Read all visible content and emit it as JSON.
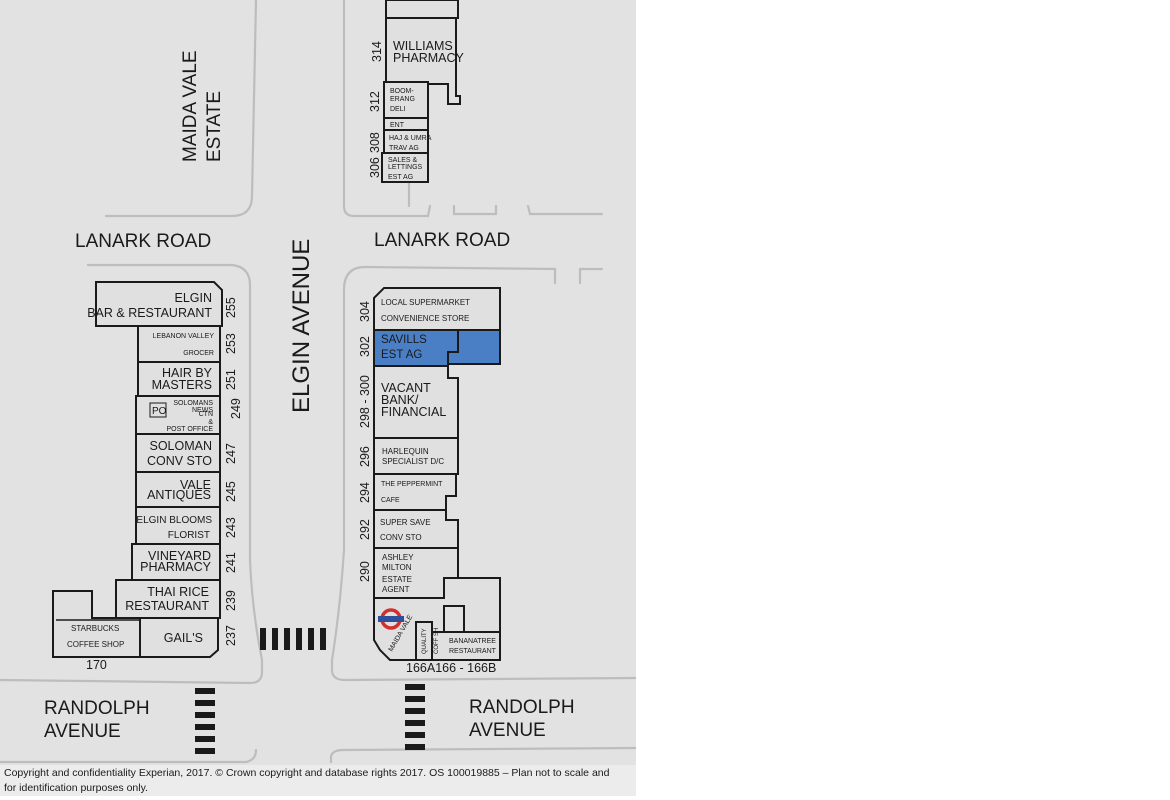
{
  "streets": {
    "lanark_road_west": "LANARK ROAD",
    "lanark_road_east": "LANARK ROAD",
    "elgin_avenue": "ELGIN AVENUE",
    "randolph_west_1": "RANDOLPH",
    "randolph_west_2": "AVENUE",
    "randolph_east_1": "RANDOLPH",
    "randolph_east_2": "AVENUE"
  },
  "estate": {
    "line1": "MAIDA VALE",
    "line2": "ESTATE"
  },
  "north_units": {
    "williams": {
      "num": "314",
      "l1": "WILLIAMS",
      "l2": "PHARMACY"
    },
    "boomerang": {
      "num": "312",
      "l1": "BOOM-",
      "l2": "ERANG",
      "l3": "DELI"
    },
    "ent": {
      "l1": "ENT"
    },
    "hajumra": {
      "num": "308",
      "l1": "HAJ & UMRA",
      "l2": "TRAV AG"
    },
    "sales": {
      "num": "306",
      "l1": "SALES &",
      "l2": "LETTINGS",
      "l3": "EST AG"
    }
  },
  "west_units": {
    "u255": {
      "num": "255",
      "l1": "ELGIN",
      "l2": "BAR & RESTAURANT"
    },
    "u253": {
      "num": "253",
      "l1": "LEBANON VALLEY",
      "l2": "GROCER"
    },
    "u251": {
      "num": "251",
      "l1": "HAIR BY",
      "l2": "MASTERS"
    },
    "u249": {
      "num": "249",
      "po": "PO",
      "l1": "SOLOMANS",
      "l2": "NEWS",
      "l3": "CTN",
      "l4": "&",
      "l5": "POST OFFICE"
    },
    "u247": {
      "num": "247",
      "l1": "SOLOMAN",
      "l2": "CONV STO"
    },
    "u245": {
      "num": "245",
      "l1": "VALE",
      "l2": "ANTIQUES"
    },
    "u243": {
      "num": "243",
      "l1": "ELGIN BLOOMS",
      "l2": "FLORIST"
    },
    "u241": {
      "num": "241",
      "l1": "VINEYARD",
      "l2": "PHARMACY"
    },
    "u239": {
      "num": "239",
      "l1": "THAI RICE",
      "l2": "RESTAURANT"
    },
    "u237": {
      "num": "237",
      "l1": "GAIL'S"
    },
    "starbucks": {
      "num": "170",
      "l1": "STARBUCKS",
      "l2": "COFFEE SHOP"
    }
  },
  "east_units": {
    "u304": {
      "num": "304",
      "l1": "LOCAL SUPERMARKET",
      "l2": "CONVENIENCE STORE"
    },
    "u302": {
      "num": "302",
      "l1": "SAVILLS",
      "l2": "EST AG"
    },
    "u298": {
      "num": "298 - 300",
      "l1": "VACANT",
      "l2": "BANK/",
      "l3": "FINANCIAL"
    },
    "u296": {
      "num": "296",
      "l1": "HARLEQUIN",
      "l2": "SPECIALIST D/C"
    },
    "u294": {
      "num": "294",
      "l1": "THE PEPPERMINT",
      "l2": "CAFE"
    },
    "u292": {
      "num": "292",
      "l1": "SUPER SAVE",
      "l2": "CONV STO"
    },
    "u290": {
      "num": "290",
      "l1": "ASHLEY",
      "l2": "MILTON",
      "l3": "ESTATE",
      "l4": "AGENT"
    },
    "station": {
      "l1": "MAIDA VALE"
    },
    "quality": {
      "l1": "QUALITY",
      "l2": "COFF SH"
    },
    "bananatree": {
      "l1": "BANANATREE",
      "l2": "RESTAURANT"
    },
    "bottom_nums": "166A166 - 166B"
  },
  "colors": {
    "background": "#e2e2e2",
    "unit": "#e0e0e0",
    "highlight": "#4a7fc6",
    "outline": "#1a1a1a",
    "road_edge": "#bdbdbd",
    "underground_red": "#d32f2f",
    "underground_blue": "#2f4f9a"
  },
  "icons": {
    "tube": "london-underground-roundel-icon",
    "crossing": "zebra-crossing"
  },
  "footer": {
    "text": "Copyright and confidentiality Experian, 2017. © Crown copyright and database rights 2017. OS 100019885 – Plan not to scale and for identification purposes only."
  }
}
